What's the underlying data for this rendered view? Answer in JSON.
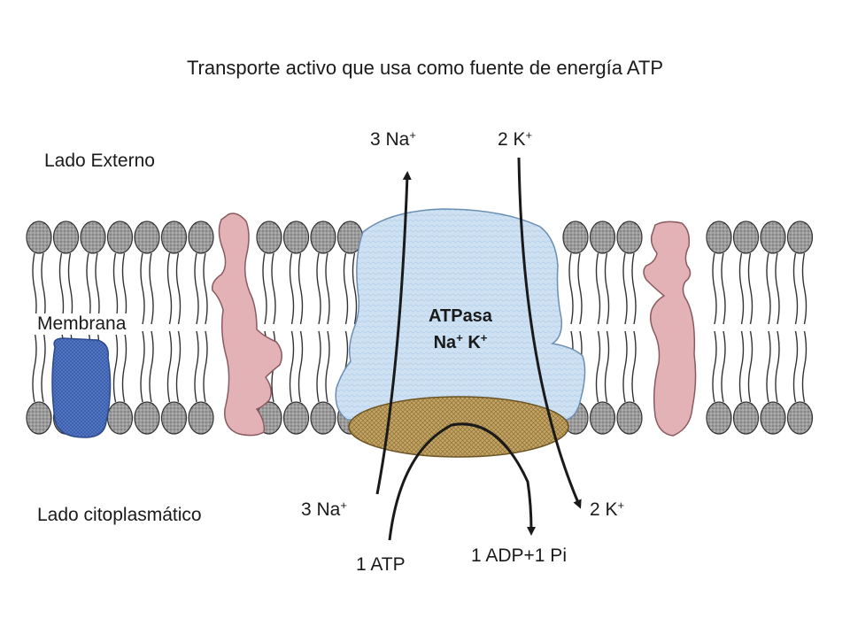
{
  "diagram": {
    "title": "Transporte activo que usa como fuente de energía ATP",
    "side_external": "Lado Externo",
    "side_cytoplasmic": "Lado citoplasmático",
    "membrane_label": "Membrana",
    "pump": {
      "name": "ATPasa",
      "ions": "Na",
      "ions2": "K",
      "charge": "+"
    },
    "na_out": {
      "text": "3 Na",
      "charge": "+"
    },
    "k_out": {
      "text": "2 K",
      "charge": "+"
    },
    "na_in": {
      "text": "3 Na",
      "charge": "+"
    },
    "k_in": {
      "text": "2 K",
      "charge": "+"
    },
    "atp": "1 ATP",
    "adp": "1 ADP+1 Pi",
    "colors": {
      "pump_body": "#c9dff2",
      "pump_base": "#c2a462",
      "blue_protein": "#4a6fbf",
      "pink_protein": "#e2b1b6",
      "lipid_head": "#9a9a9a"
    }
  }
}
